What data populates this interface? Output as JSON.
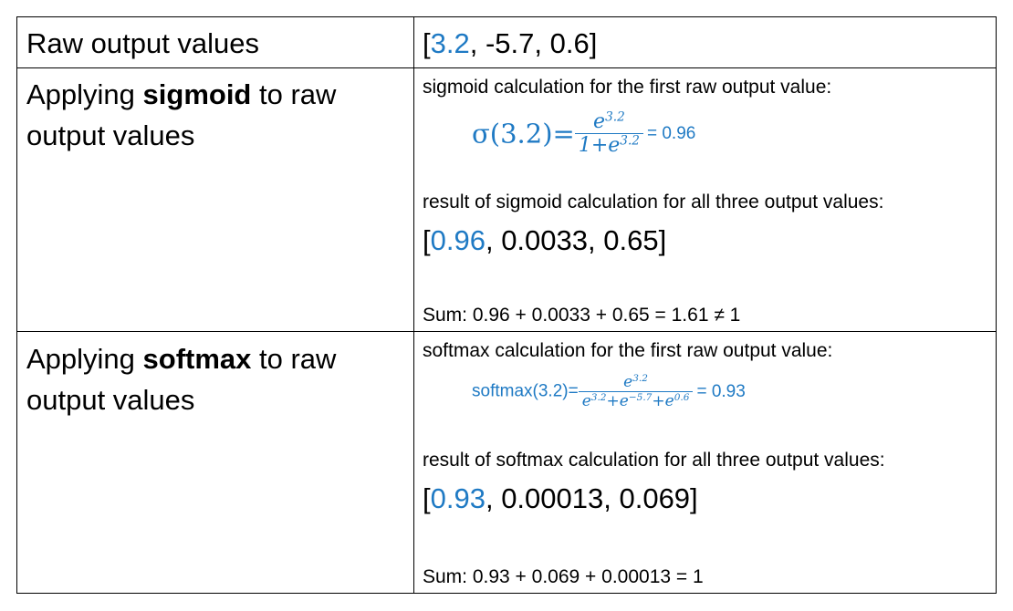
{
  "rows": [
    {
      "label": "Raw output values",
      "values_open": "[",
      "values_first": "3.2",
      "values_rest": ",  -5.7, 0.6]"
    },
    {
      "label_pre": "Applying ",
      "label_bold": "sigmoid",
      "label_post": " to raw output values",
      "calc_heading": "sigmoid calculation for the first raw output value:",
      "formula_lhs": "σ(3.2)=",
      "formula_num_base": "e",
      "formula_num_exp": "3.2",
      "formula_den_prefix": "1+e",
      "formula_den_exp": "3.2",
      "formula_result": "= 0.96",
      "result_heading": "result of sigmoid calculation for all three output values:",
      "result_open": "[",
      "result_first": "0.96",
      "result_rest": ", 0.0033, 0.65]",
      "sum": "Sum:  0.96 + 0.0033 + 0.65 = 1.61 ≠ 1"
    },
    {
      "label_pre": "Applying ",
      "label_bold": "softmax",
      "label_post": " to raw output values",
      "calc_heading": "softmax calculation for the first raw output value:",
      "formula_lhs": "softmax(3.2)=",
      "formula_num_base": "e",
      "formula_num_exp": "3.2",
      "formula_den": [
        {
          "base": "e",
          "exp": "3.2"
        },
        {
          "base": "+e",
          "exp": "−5.7"
        },
        {
          "base": "+e",
          "exp": "0.6"
        }
      ],
      "formula_result": "= 0.93",
      "result_heading": "result of softmax calculation for all three output values:",
      "result_open": "[",
      "result_first": "0.93",
      "result_rest": ", 0.00013, 0.069]",
      "sum": "Sum: 0.93 + 0.069 + 0.00013 = 1"
    }
  ]
}
